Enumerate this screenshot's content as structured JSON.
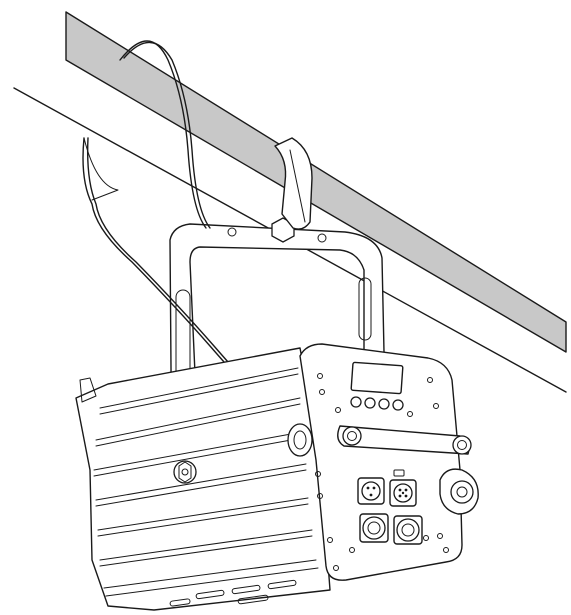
{
  "figure": {
    "components": [
      "truss-pipe",
      "safety-cable",
      "pipe-clamp",
      "yoke-bracket",
      "fixture-housing",
      "cooling-fins",
      "rear-control-panel",
      "display-screen",
      "menu-buttons",
      "data-connectors",
      "power-connectors",
      "tilt-lock-knob",
      "safety-cable-eyelet",
      "yoke-bolt"
    ],
    "colors": {
      "line": "#1a1a1a",
      "truss": "#c8c8c8",
      "fill": "#ffffff"
    }
  }
}
